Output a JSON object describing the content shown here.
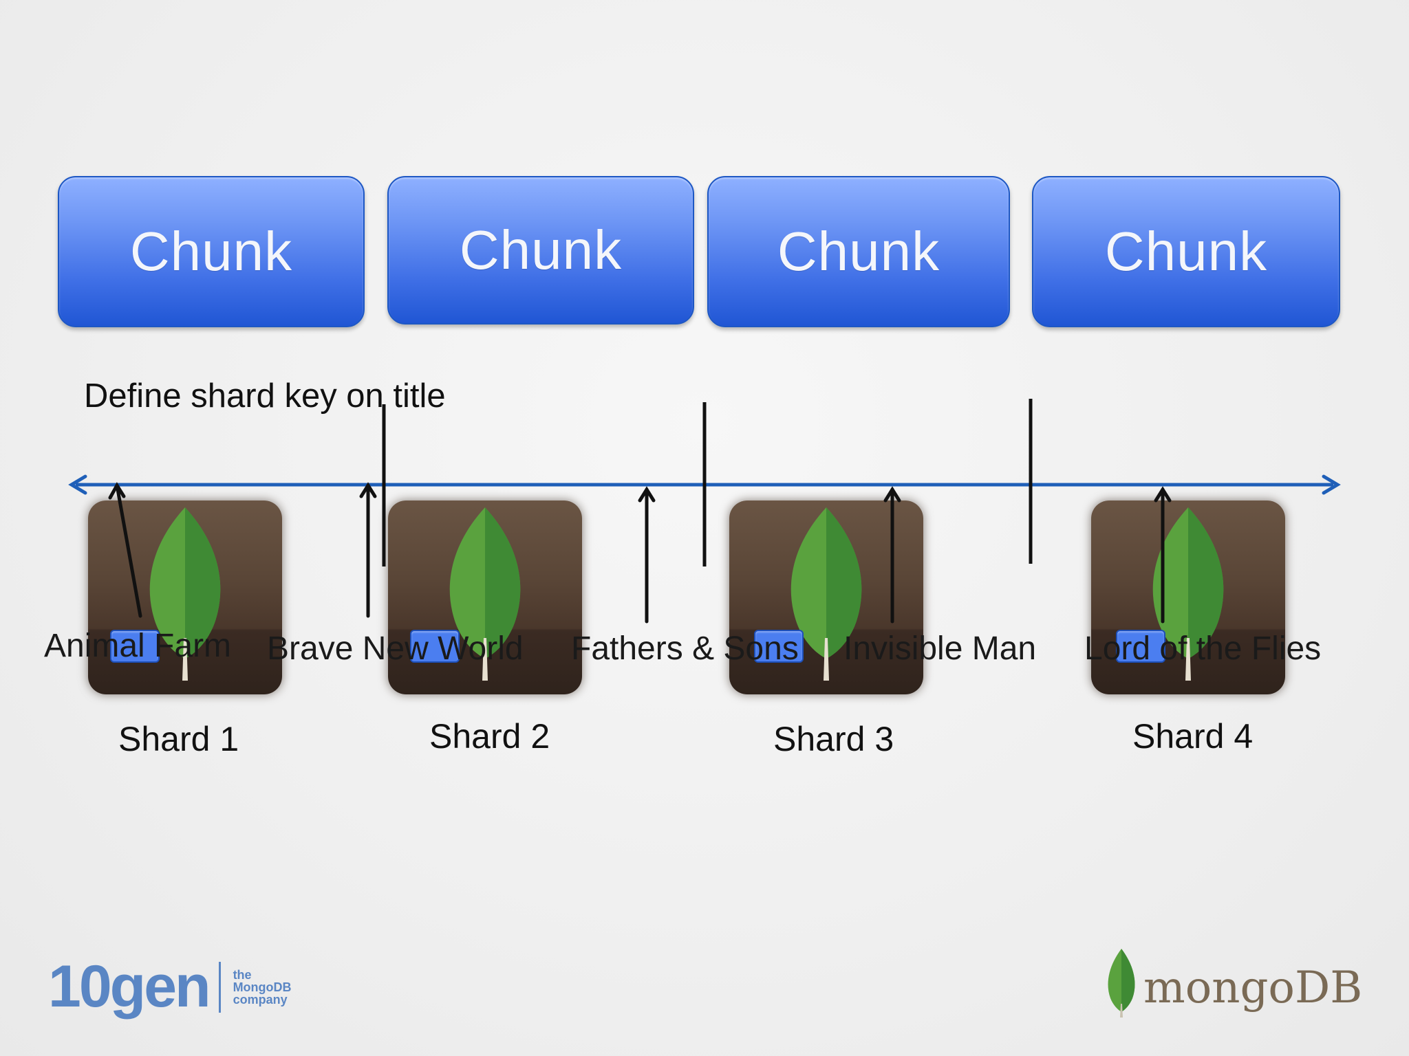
{
  "chunks": [
    "Chunk",
    "Chunk",
    "Chunk",
    "Chunk"
  ],
  "caption": "Define shard key on title",
  "books": [
    "Animal Farm",
    "Brave New World",
    "Fathers & Sons",
    "Invisible Man",
    "Lord of the Flies"
  ],
  "shards": [
    "Shard 1",
    "Shard 2",
    "Shard 3",
    "Shard 4"
  ],
  "logos": {
    "left_main": "10gen",
    "left_sub_1": "the",
    "left_sub_2": "MongoDB",
    "left_sub_3": "company",
    "right_main": "mongoDB"
  },
  "colors": {
    "axis": "#1f5fb8",
    "chunk": "#3f6fe6",
    "leaf": "#4e9a3a"
  }
}
